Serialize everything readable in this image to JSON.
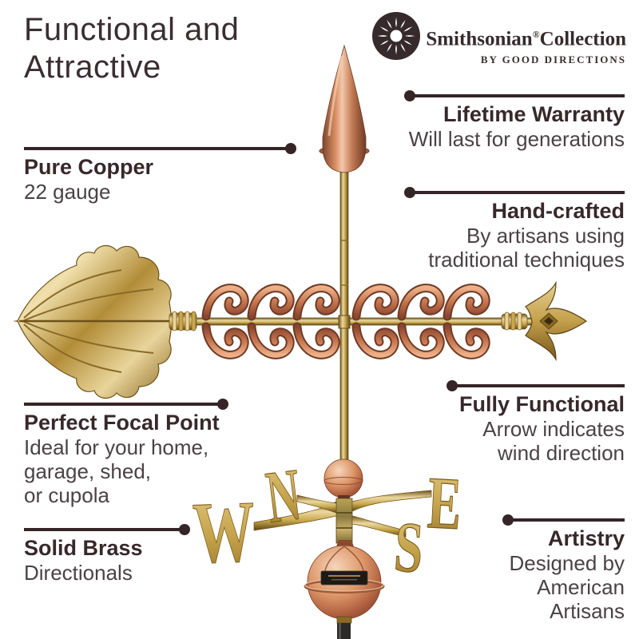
{
  "title": {
    "lines": [
      "Functional and",
      "Attractive"
    ]
  },
  "brand": {
    "name": "Smithsonian",
    "registered_mark": "®",
    "collection": "Collection",
    "byline": "BY GOOD DIRECTIONS",
    "logo_icon": "smithsonian-sunburst-icon"
  },
  "callouts": {
    "pure_copper": {
      "heading": "Pure Copper",
      "lines": [
        "22 gauge"
      ]
    },
    "lifetime_warranty": {
      "heading": "Lifetime Warranty",
      "lines": [
        "Will last for generations"
      ]
    },
    "hand_crafted": {
      "heading": "Hand-crafted",
      "lines": [
        "By artisans using",
        "traditional techniques"
      ]
    },
    "perfect_focal_point": {
      "heading": "Perfect Focal Point",
      "lines": [
        "Ideal for your home,",
        "garage, shed,",
        "or cupola"
      ]
    },
    "fully_functional": {
      "heading": "Fully Functional",
      "lines": [
        "Arrow indicates",
        "wind direction"
      ]
    },
    "solid_brass": {
      "heading": "Solid Brass",
      "lines": [
        "Directionals"
      ]
    },
    "artistry": {
      "heading": "Artistry",
      "lines": [
        "Designed by",
        "American Artisans"
      ]
    }
  },
  "weathervane": {
    "directionals": {
      "north": "N",
      "east": "E",
      "south": "S",
      "west": "W"
    }
  },
  "colors": {
    "background": "#ffffff",
    "dark_text": "#37282b",
    "body_text": "#4b4245",
    "callout_line": "#352528",
    "brass": "#c9a84f",
    "copper": "#c27a52",
    "black_rod": "#2b2a28"
  }
}
